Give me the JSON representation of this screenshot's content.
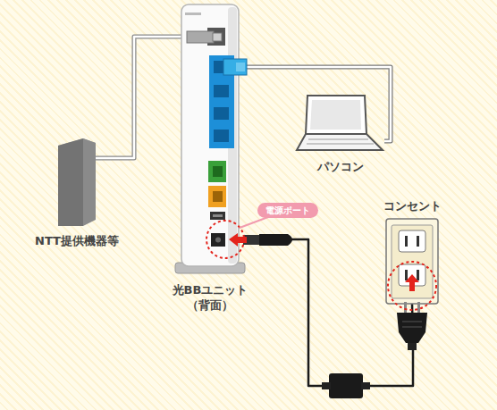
{
  "diagram": {
    "nodes": [
      {
        "text": [
          "光BBユニット （背面）"
        ]
      },
      {
        "text": [
          "パソコン"
        ]
      },
      {
        "text": [
          "NTT提供機器等"
        ]
      },
      {
        "text": [
          "電源ポート"
        ]
      },
      {
        "text": [
          "コンセント"
        ]
      }
    ],
    "edges": [
      {
        "from": 2,
        "to": 0,
        "arrow": "none"
      },
      {
        "from": 0,
        "to": 1,
        "arrow": "none"
      },
      {
        "from": 0,
        "to": 4,
        "arrow": "none"
      }
    ]
  }
}
